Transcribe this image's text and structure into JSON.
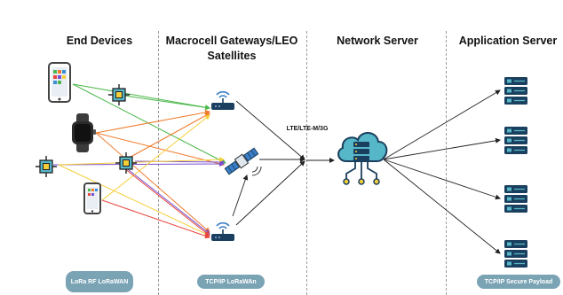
{
  "headers": {
    "end_devices": "End Devices",
    "gateways": "Macrocell Gateways/LEO Satellites",
    "network_server": "Network Server",
    "application_server": "Application Server"
  },
  "labels": {
    "lte": "LTE/LTE-M/3G"
  },
  "footer": {
    "lora": "LoRa RF LoRaWAN",
    "tcp_lorawan": "TCP/IP LoRaWAn",
    "tcp_secure": "TCP/IP Secure Payload"
  },
  "icons": {
    "smartphone": "smartphone-icon",
    "smartwatch": "smartwatch-icon",
    "sensor": "sensor-chip-icon",
    "gateway": "wifi-router-icon",
    "satellite": "satellite-icon",
    "cloud": "cloud-server-icon",
    "server": "server-rack-icon"
  },
  "colors": {
    "green": "#4cb84c",
    "orange": "#f07a2a",
    "purple": "#7a4fd0",
    "yellow": "#f4cf3a",
    "red": "#e8453c",
    "server_dark": "#1b3f5e",
    "server_teal": "#56b7c8",
    "pill": "#7aa3b4"
  }
}
